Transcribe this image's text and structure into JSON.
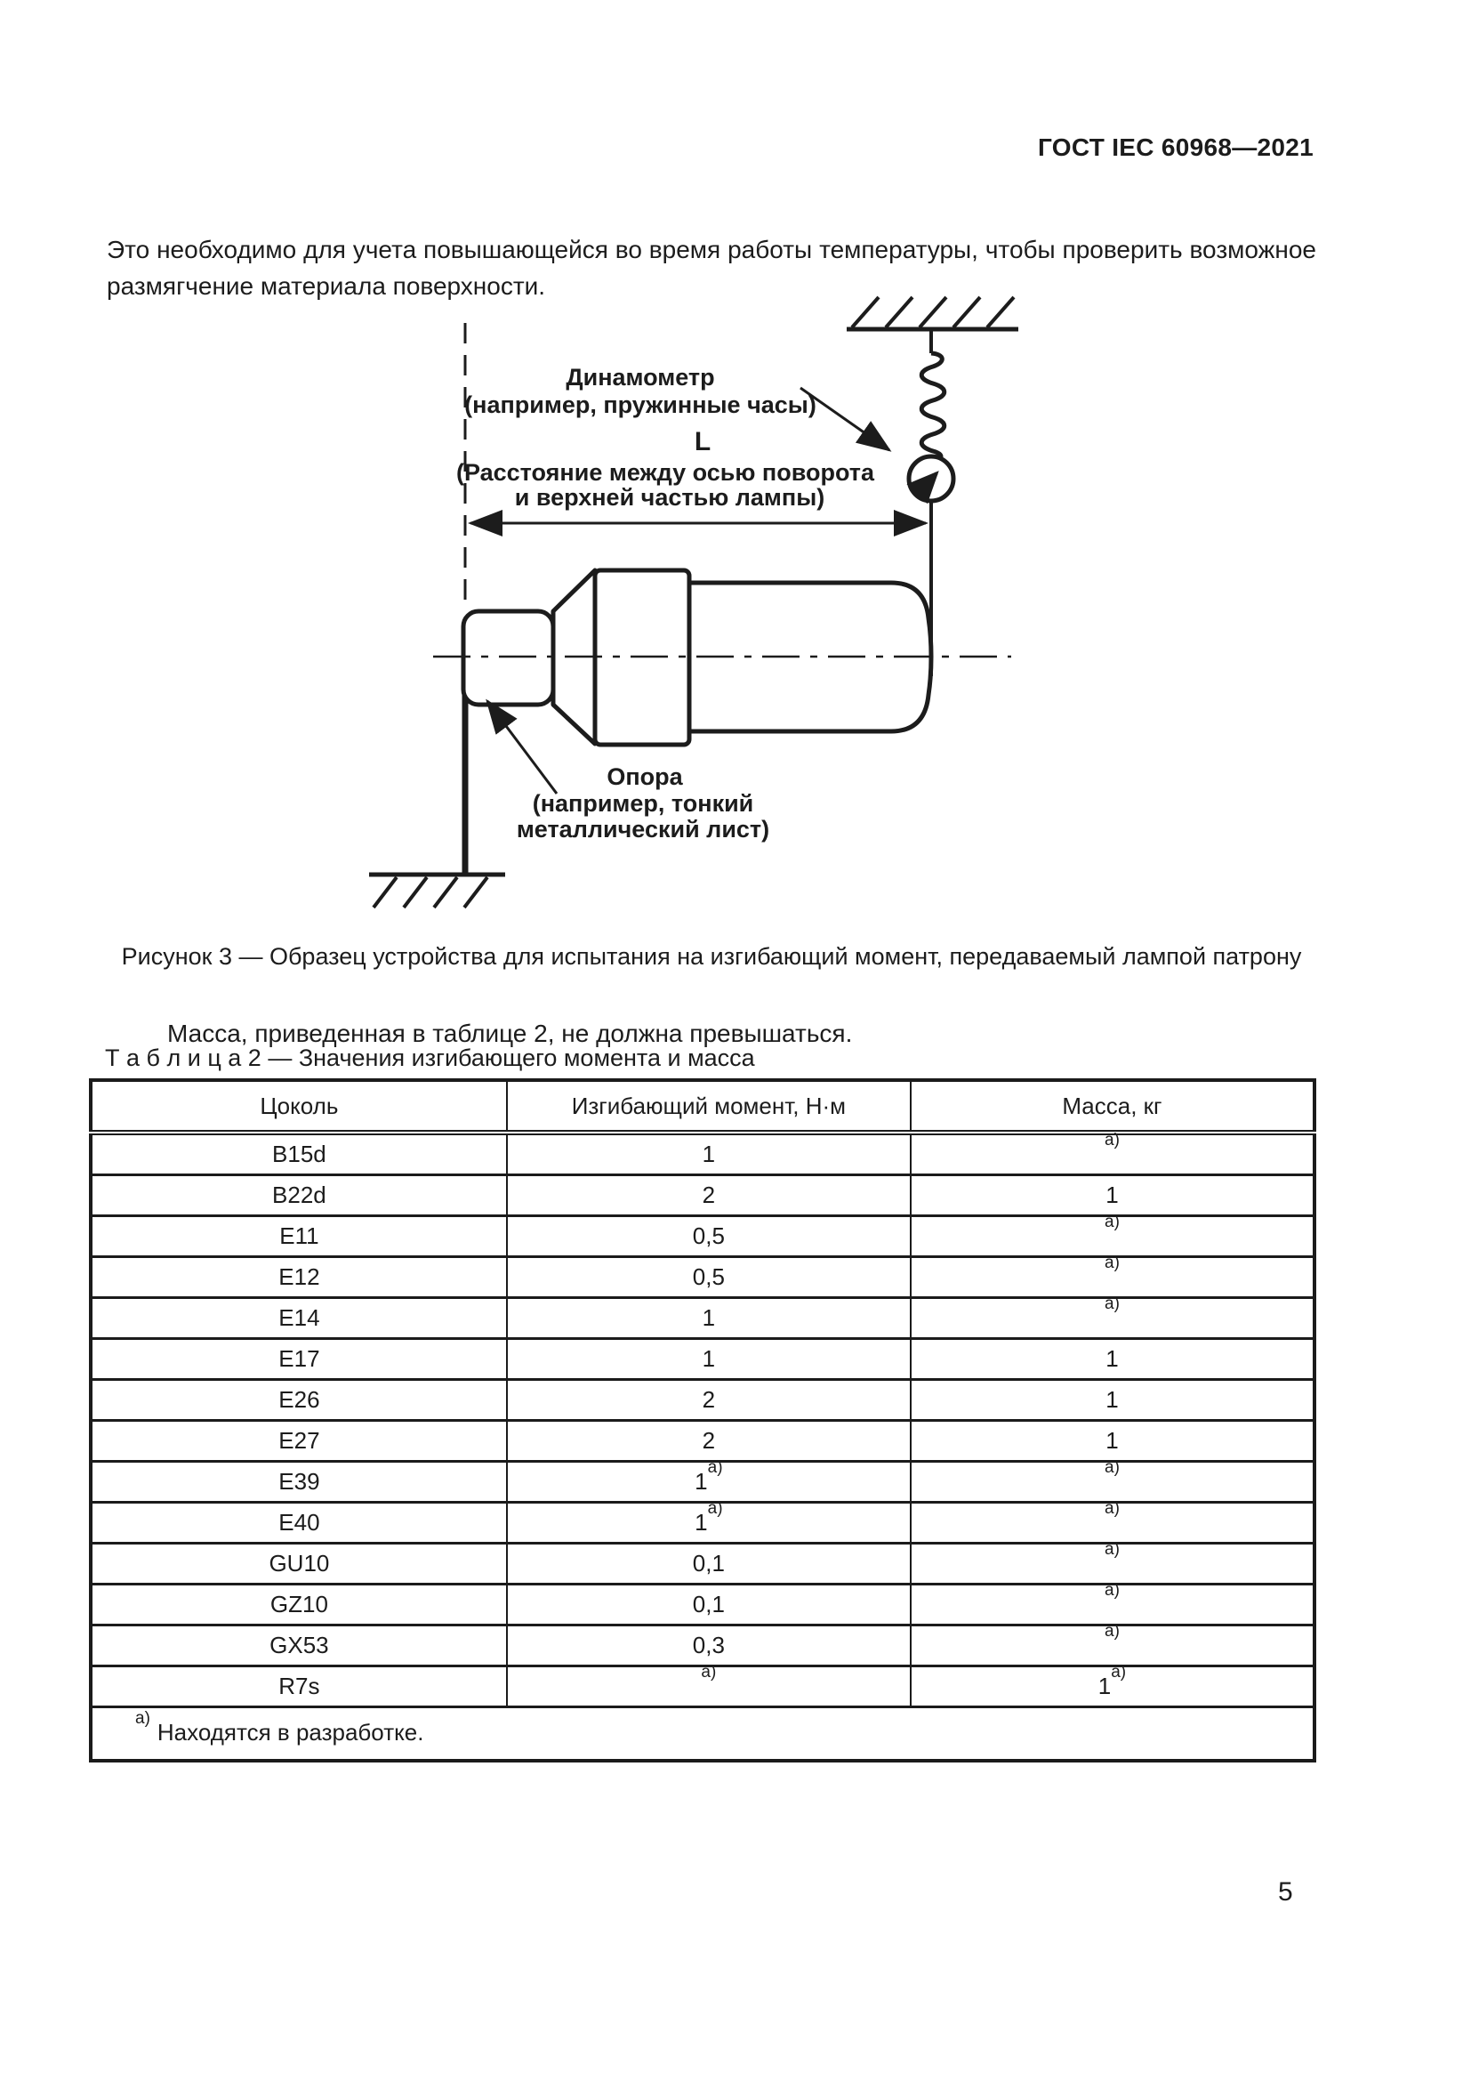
{
  "page": {
    "header": "ГОСТ IEC 60968—2021",
    "number": "5"
  },
  "intro": {
    "text": "Это необходимо для учета повышающейся во время работы температуры, чтобы проверить возможное размягчение материала поверхности."
  },
  "figure": {
    "caption": "Рисунок 3 — Образец устройства для испытания на изгибающий момент, передаваемый лампой патрону",
    "labels": {
      "dynamometer_1": "Динамометр",
      "dynamometer_2": "(например, пружинные часы)",
      "length_symbol": "L",
      "length_1": "(Расстояние между осью поворота",
      "length_2": "и верхней частью лампы)",
      "support_1": "Опора",
      "support_2": "(например, тонкий",
      "support_3": "металлический лист)"
    }
  },
  "para_mass": {
    "text": "Масса, приведенная в таблице 2, не должна превышаться."
  },
  "table": {
    "caption": "Т а б л и ц а  2 — Значения изгибающего момента и масса",
    "headers": [
      "Цоколь",
      "Изгибающий момент, Н·м",
      "Масса, кг"
    ],
    "rows": [
      {
        "cells": [
          {
            "v": "B15d",
            "sup": ""
          },
          {
            "v": "1",
            "sup": ""
          },
          {
            "v": "",
            "sup": "a)"
          }
        ]
      },
      {
        "cells": [
          {
            "v": "B22d",
            "sup": ""
          },
          {
            "v": "2",
            "sup": ""
          },
          {
            "v": "1",
            "sup": ""
          }
        ]
      },
      {
        "cells": [
          {
            "v": "E11",
            "sup": ""
          },
          {
            "v": "0,5",
            "sup": ""
          },
          {
            "v": "",
            "sup": "a)"
          }
        ]
      },
      {
        "cells": [
          {
            "v": "E12",
            "sup": ""
          },
          {
            "v": "0,5",
            "sup": ""
          },
          {
            "v": "",
            "sup": "a)"
          }
        ]
      },
      {
        "cells": [
          {
            "v": "E14",
            "sup": ""
          },
          {
            "v": "1",
            "sup": ""
          },
          {
            "v": "",
            "sup": "a)"
          }
        ]
      },
      {
        "cells": [
          {
            "v": "E17",
            "sup": ""
          },
          {
            "v": "1",
            "sup": ""
          },
          {
            "v": "1",
            "sup": ""
          }
        ]
      },
      {
        "cells": [
          {
            "v": "E26",
            "sup": ""
          },
          {
            "v": "2",
            "sup": ""
          },
          {
            "v": "1",
            "sup": ""
          }
        ]
      },
      {
        "cells": [
          {
            "v": "E27",
            "sup": ""
          },
          {
            "v": "2",
            "sup": ""
          },
          {
            "v": "1",
            "sup": ""
          }
        ]
      },
      {
        "cells": [
          {
            "v": "E39",
            "sup": ""
          },
          {
            "v": "1",
            "sup": "a)"
          },
          {
            "v": "",
            "sup": "a)"
          }
        ]
      },
      {
        "cells": [
          {
            "v": "E40",
            "sup": ""
          },
          {
            "v": "1",
            "sup": "a)"
          },
          {
            "v": "",
            "sup": "a)"
          }
        ]
      },
      {
        "cells": [
          {
            "v": "GU10",
            "sup": ""
          },
          {
            "v": "0,1",
            "sup": ""
          },
          {
            "v": "",
            "sup": "a)"
          }
        ]
      },
      {
        "cells": [
          {
            "v": "GZ10",
            "sup": ""
          },
          {
            "v": "0,1",
            "sup": ""
          },
          {
            "v": "",
            "sup": "a)"
          }
        ]
      },
      {
        "cells": [
          {
            "v": "GX53",
            "sup": ""
          },
          {
            "v": "0,3",
            "sup": ""
          },
          {
            "v": "",
            "sup": "a)"
          }
        ]
      },
      {
        "cells": [
          {
            "v": "R7s",
            "sup": ""
          },
          {
            "v": "",
            "sup": "a)"
          },
          {
            "v": "1",
            "sup": "a)"
          }
        ]
      }
    ],
    "footnote": {
      "sup": "a)",
      "text": "Находятся в разработке."
    }
  }
}
